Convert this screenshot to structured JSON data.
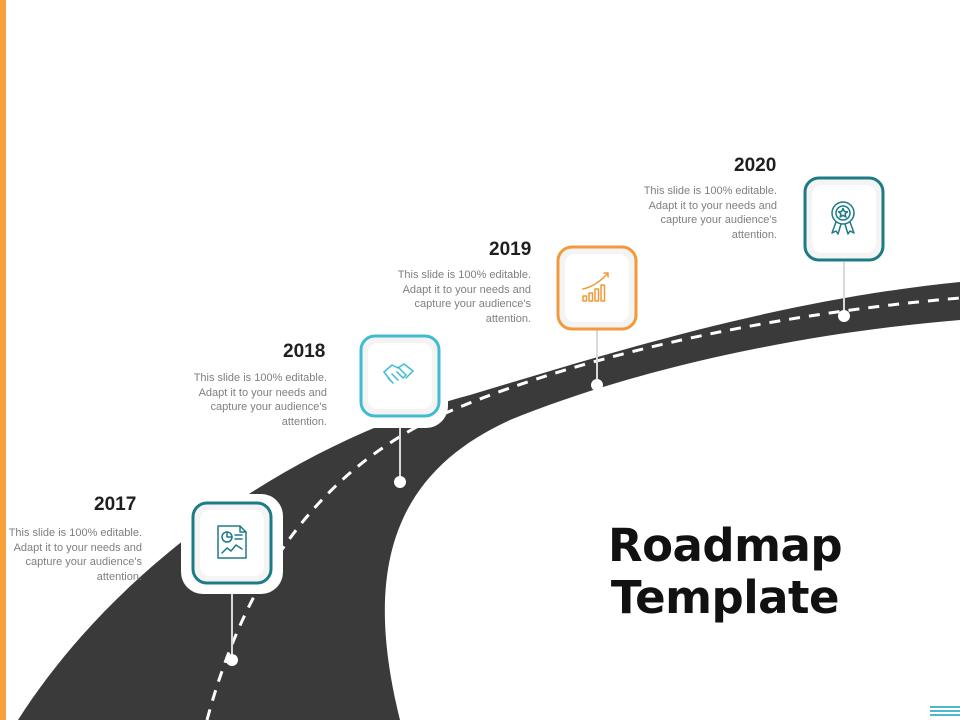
{
  "slide": {
    "title_line1": "Roadmap",
    "title_line2": "Template"
  },
  "milestones": [
    {
      "year": "2017",
      "text": "This slide is 100% editable. Adapt it to your needs and capture your audience's attention.",
      "icon": "report-chart-icon",
      "color": "#1d7b86"
    },
    {
      "year": "2018",
      "text": "This slide is 100% editable. Adapt it to your needs and capture your audience's attention.",
      "icon": "handshake-icon",
      "color": "#3fbcd3"
    },
    {
      "year": "2019",
      "text": "This slide is 100% editable. Adapt it to your needs and capture your audience's attention.",
      "icon": "growth-chart-icon",
      "color": "#f29a3a"
    },
    {
      "year": "2020",
      "text": "This slide is 100% editable. Adapt it to your needs and capture your audience's attention.",
      "icon": "award-badge-icon",
      "color": "#1d7b86"
    }
  ],
  "colors": {
    "accent": "#f7a139",
    "road": "#3a3a3a"
  }
}
